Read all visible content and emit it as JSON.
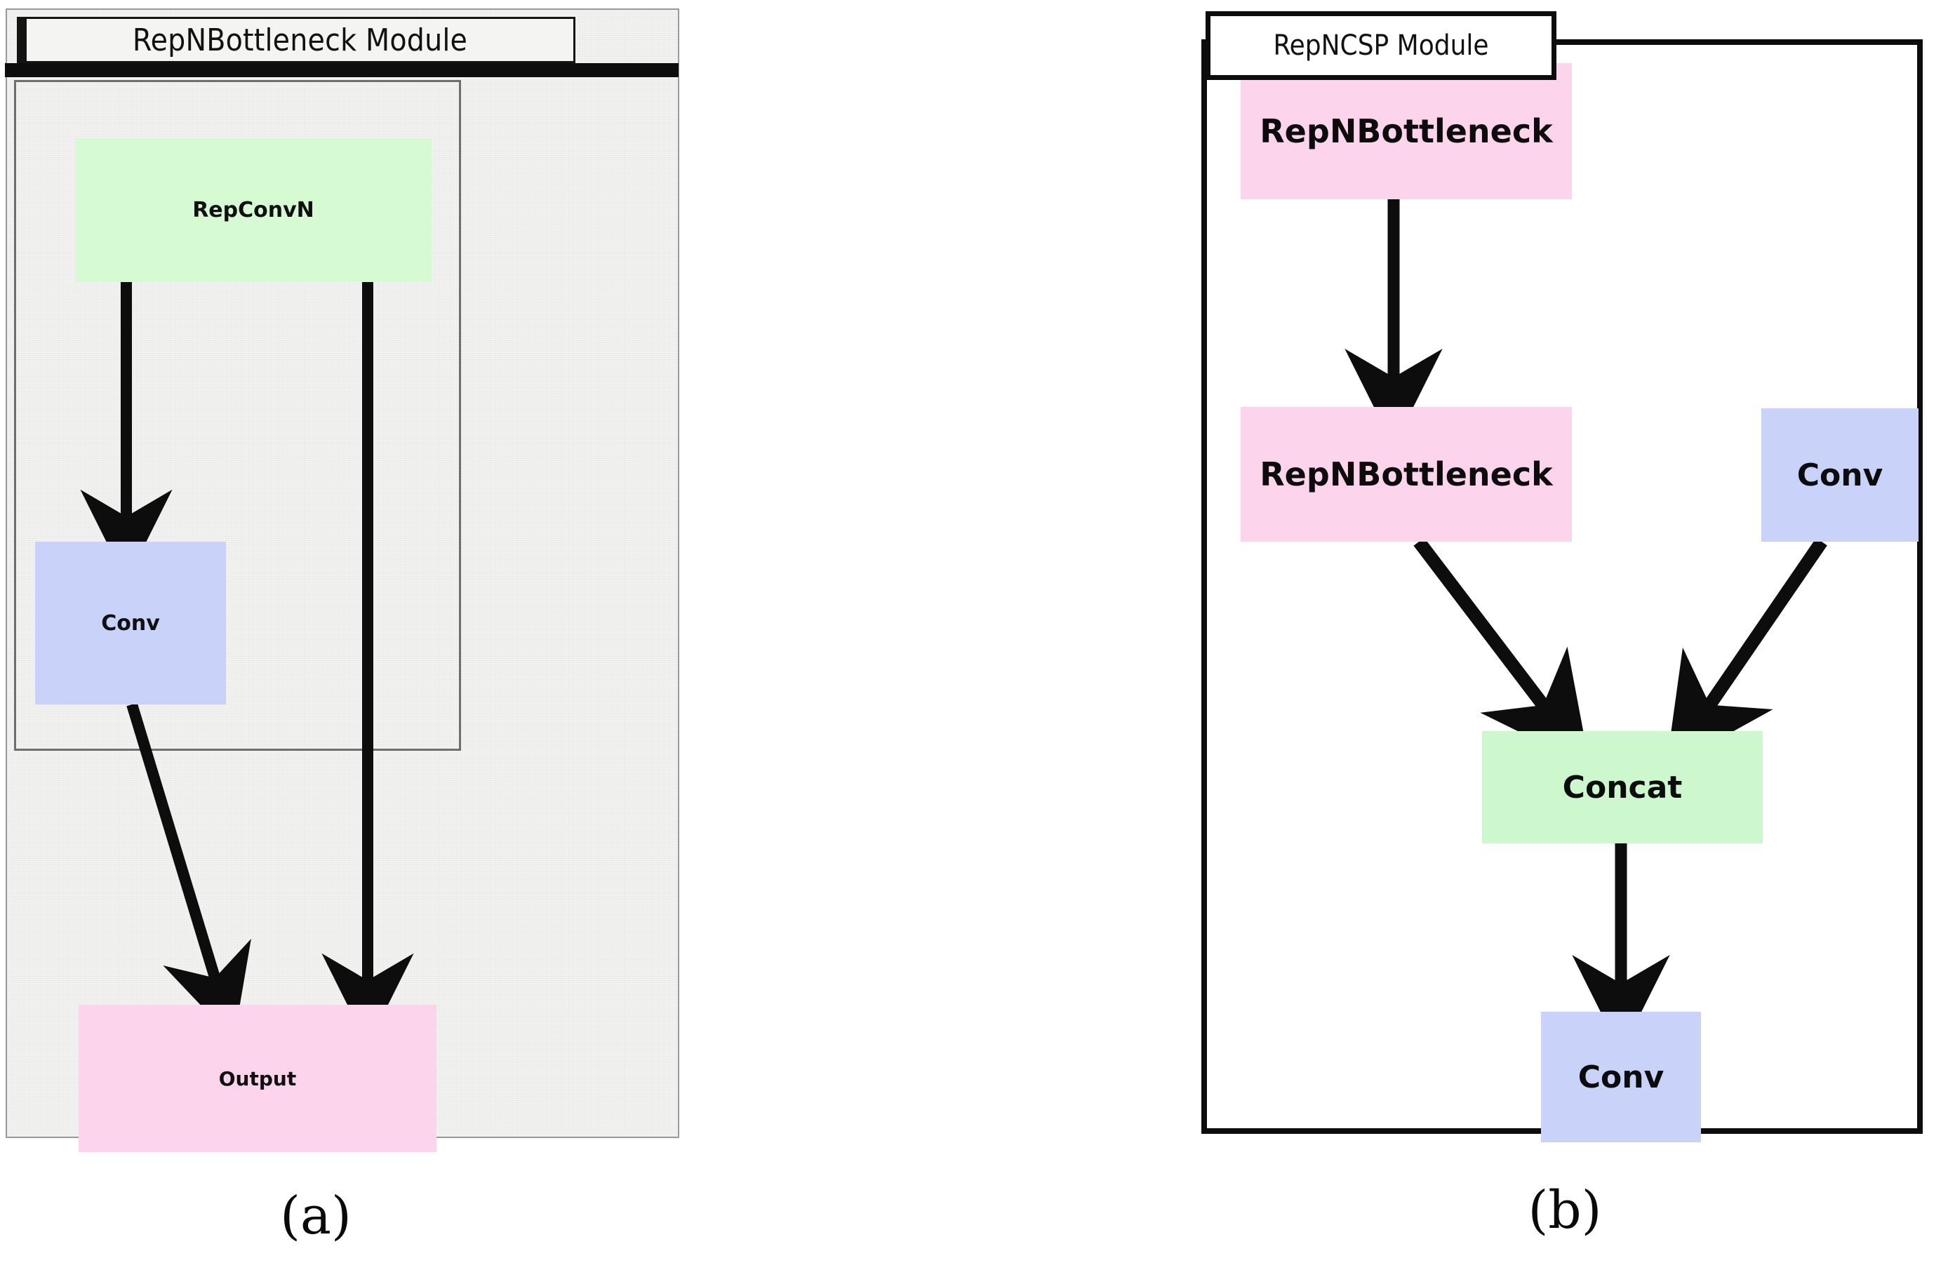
{
  "figure": {
    "caption_a": "(a)",
    "caption_b": "(b)"
  },
  "panel_a": {
    "title": "RepNBottleneck Module",
    "nodes": [
      {
        "id": "repconvn",
        "label": "RepConvN",
        "color": "#d6fad1",
        "type": "operation"
      },
      {
        "id": "conv",
        "label": "Conv",
        "color": "#c9d3fa",
        "type": "operation"
      },
      {
        "id": "output",
        "label": "Output",
        "color": "#fcd5ec",
        "type": "output"
      }
    ],
    "edges": [
      {
        "from": "repconvn",
        "to": "conv",
        "style": "straight-down"
      },
      {
        "from": "conv",
        "to": "output",
        "style": "diagonal"
      },
      {
        "from": "repconvn",
        "to": "output",
        "style": "skip-connection"
      }
    ]
  },
  "panel_b": {
    "title": "RepNCSP  Module",
    "nodes": [
      {
        "id": "repnbottleneck1",
        "label": "RepNBottleneck",
        "color": "#fcd5ec",
        "type": "block"
      },
      {
        "id": "repnbottleneck2",
        "label": "RepNBottleneck",
        "color": "#fcd5ec",
        "type": "block"
      },
      {
        "id": "conv_right",
        "label": "Conv",
        "color": "#c9d3fa",
        "type": "operation"
      },
      {
        "id": "concat",
        "label": "Concat",
        "color": "#cdf7cc",
        "type": "merge"
      },
      {
        "id": "conv_bottom",
        "label": "Conv",
        "color": "#c9d3fa",
        "type": "operation"
      }
    ],
    "edges": [
      {
        "from": "repnbottleneck1",
        "to": "repnbottleneck2",
        "style": "straight-down"
      },
      {
        "from": "repnbottleneck2",
        "to": "concat",
        "style": "diagonal-right"
      },
      {
        "from": "conv_right",
        "to": "concat",
        "style": "diagonal-left"
      },
      {
        "from": "concat",
        "to": "conv_bottom",
        "style": "straight-down"
      }
    ]
  },
  "colors": {
    "green": "#d6fad1",
    "blue": "#c9d3fa",
    "pink": "#fcd5ec",
    "concat_green": "#cdf7cc",
    "border_black": "#0d0d0d",
    "panel_a_background": "#f3f3f1",
    "panel_b_background": "#ffffff"
  }
}
